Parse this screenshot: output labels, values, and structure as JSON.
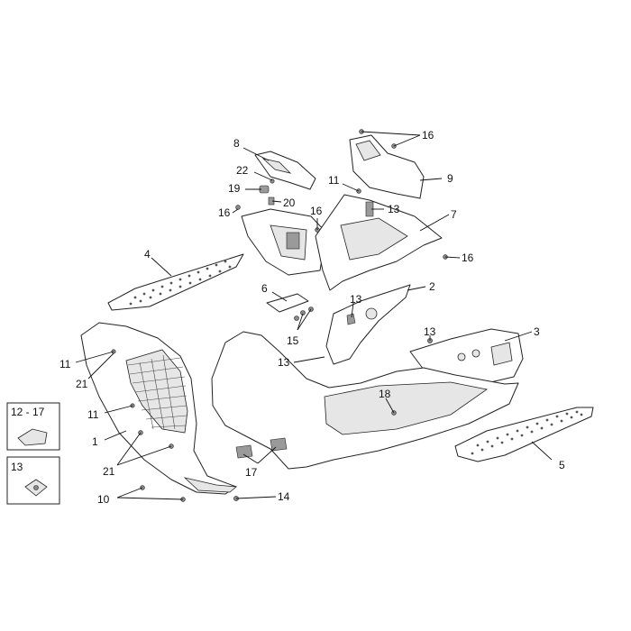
{
  "callouts": {
    "c1": "1",
    "c2": "2",
    "c3": "3",
    "c4": "4",
    "c5": "5",
    "c6": "6",
    "c7": "7",
    "c8": "8",
    "c9": "9",
    "c10": "10",
    "c11a": "11",
    "c11b": "11",
    "c11c": "11",
    "c13a": "13",
    "c13b": "13",
    "c13c": "13",
    "c13d": "13",
    "c14": "14",
    "c15": "15",
    "c16a": "16",
    "c16b": "16",
    "c16c": "16",
    "c16d": "16",
    "c17": "17",
    "c18": "18",
    "c19": "19",
    "c20": "20",
    "c21a": "21",
    "c21b": "21",
    "c22": "22"
  },
  "legend": {
    "kit_label": "12 - 17",
    "clip_label": "13"
  }
}
